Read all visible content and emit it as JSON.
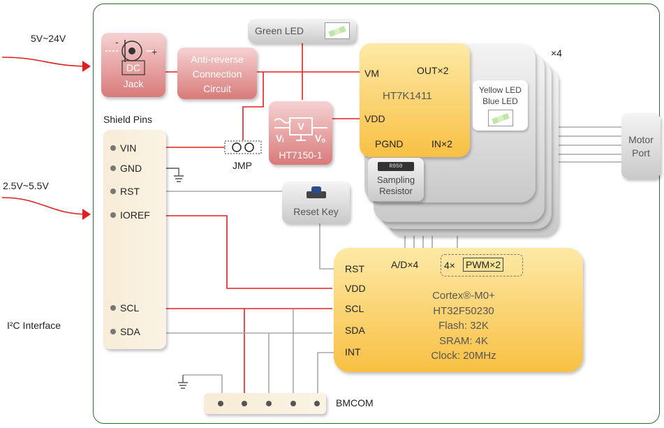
{
  "inputs": {
    "main_voltage": "5V~24V",
    "logic_voltage": "2.5V~5.5V",
    "i2c_label": "I²C Interface"
  },
  "dc_jack": {
    "symbol": "DC",
    "label": "Jack"
  },
  "anti_reverse": {
    "line1": "Anti-reverse",
    "line2": "Connection",
    "line3": "Circuit"
  },
  "green_led": {
    "label": "Green LED"
  },
  "regulator": {
    "symbol": "V",
    "vi": "Vᵢ",
    "vo": "Vₒ",
    "label": "HT7150-1"
  },
  "jmp": {
    "label": "JMP"
  },
  "driver": {
    "vm": "VM",
    "out": "OUT×2",
    "name": "HT7K1411",
    "vdd": "VDD",
    "pgnd": "PGND",
    "in": "IN×2",
    "multiplier": "×4"
  },
  "yellow_blue_led": {
    "line1": "Yellow LED",
    "line2": "Blue LED"
  },
  "sampling_resistor": {
    "chip": "R050",
    "line1": "Sampling",
    "line2": "Resistor"
  },
  "motor_port": {
    "line1": "Motor",
    "line2": "Port"
  },
  "shield": {
    "title": "Shield Pins",
    "pins": [
      "VIN",
      "GND",
      "RST",
      "IOREF",
      "SCL",
      "SDA"
    ]
  },
  "reset_key": {
    "label": "Reset Key"
  },
  "mcu": {
    "pins": [
      "RST",
      "VDD",
      "SCL",
      "SDA",
      "INT"
    ],
    "ad": "A/D×4",
    "pwm_prefix": "4×",
    "pwm": "PWM×2",
    "lines": [
      "Cortex®-M0+",
      "HT32F50230",
      "Flash: 32K",
      "SRAM: 4K",
      "Clock: 20MHz"
    ]
  },
  "bmcom": {
    "label": "BMCOM"
  },
  "colors": {
    "power_line": "#e02020",
    "signal_line": "#a8a8a8",
    "board_border": "#2f6b2f",
    "mcu_fill": "#f8c043"
  }
}
